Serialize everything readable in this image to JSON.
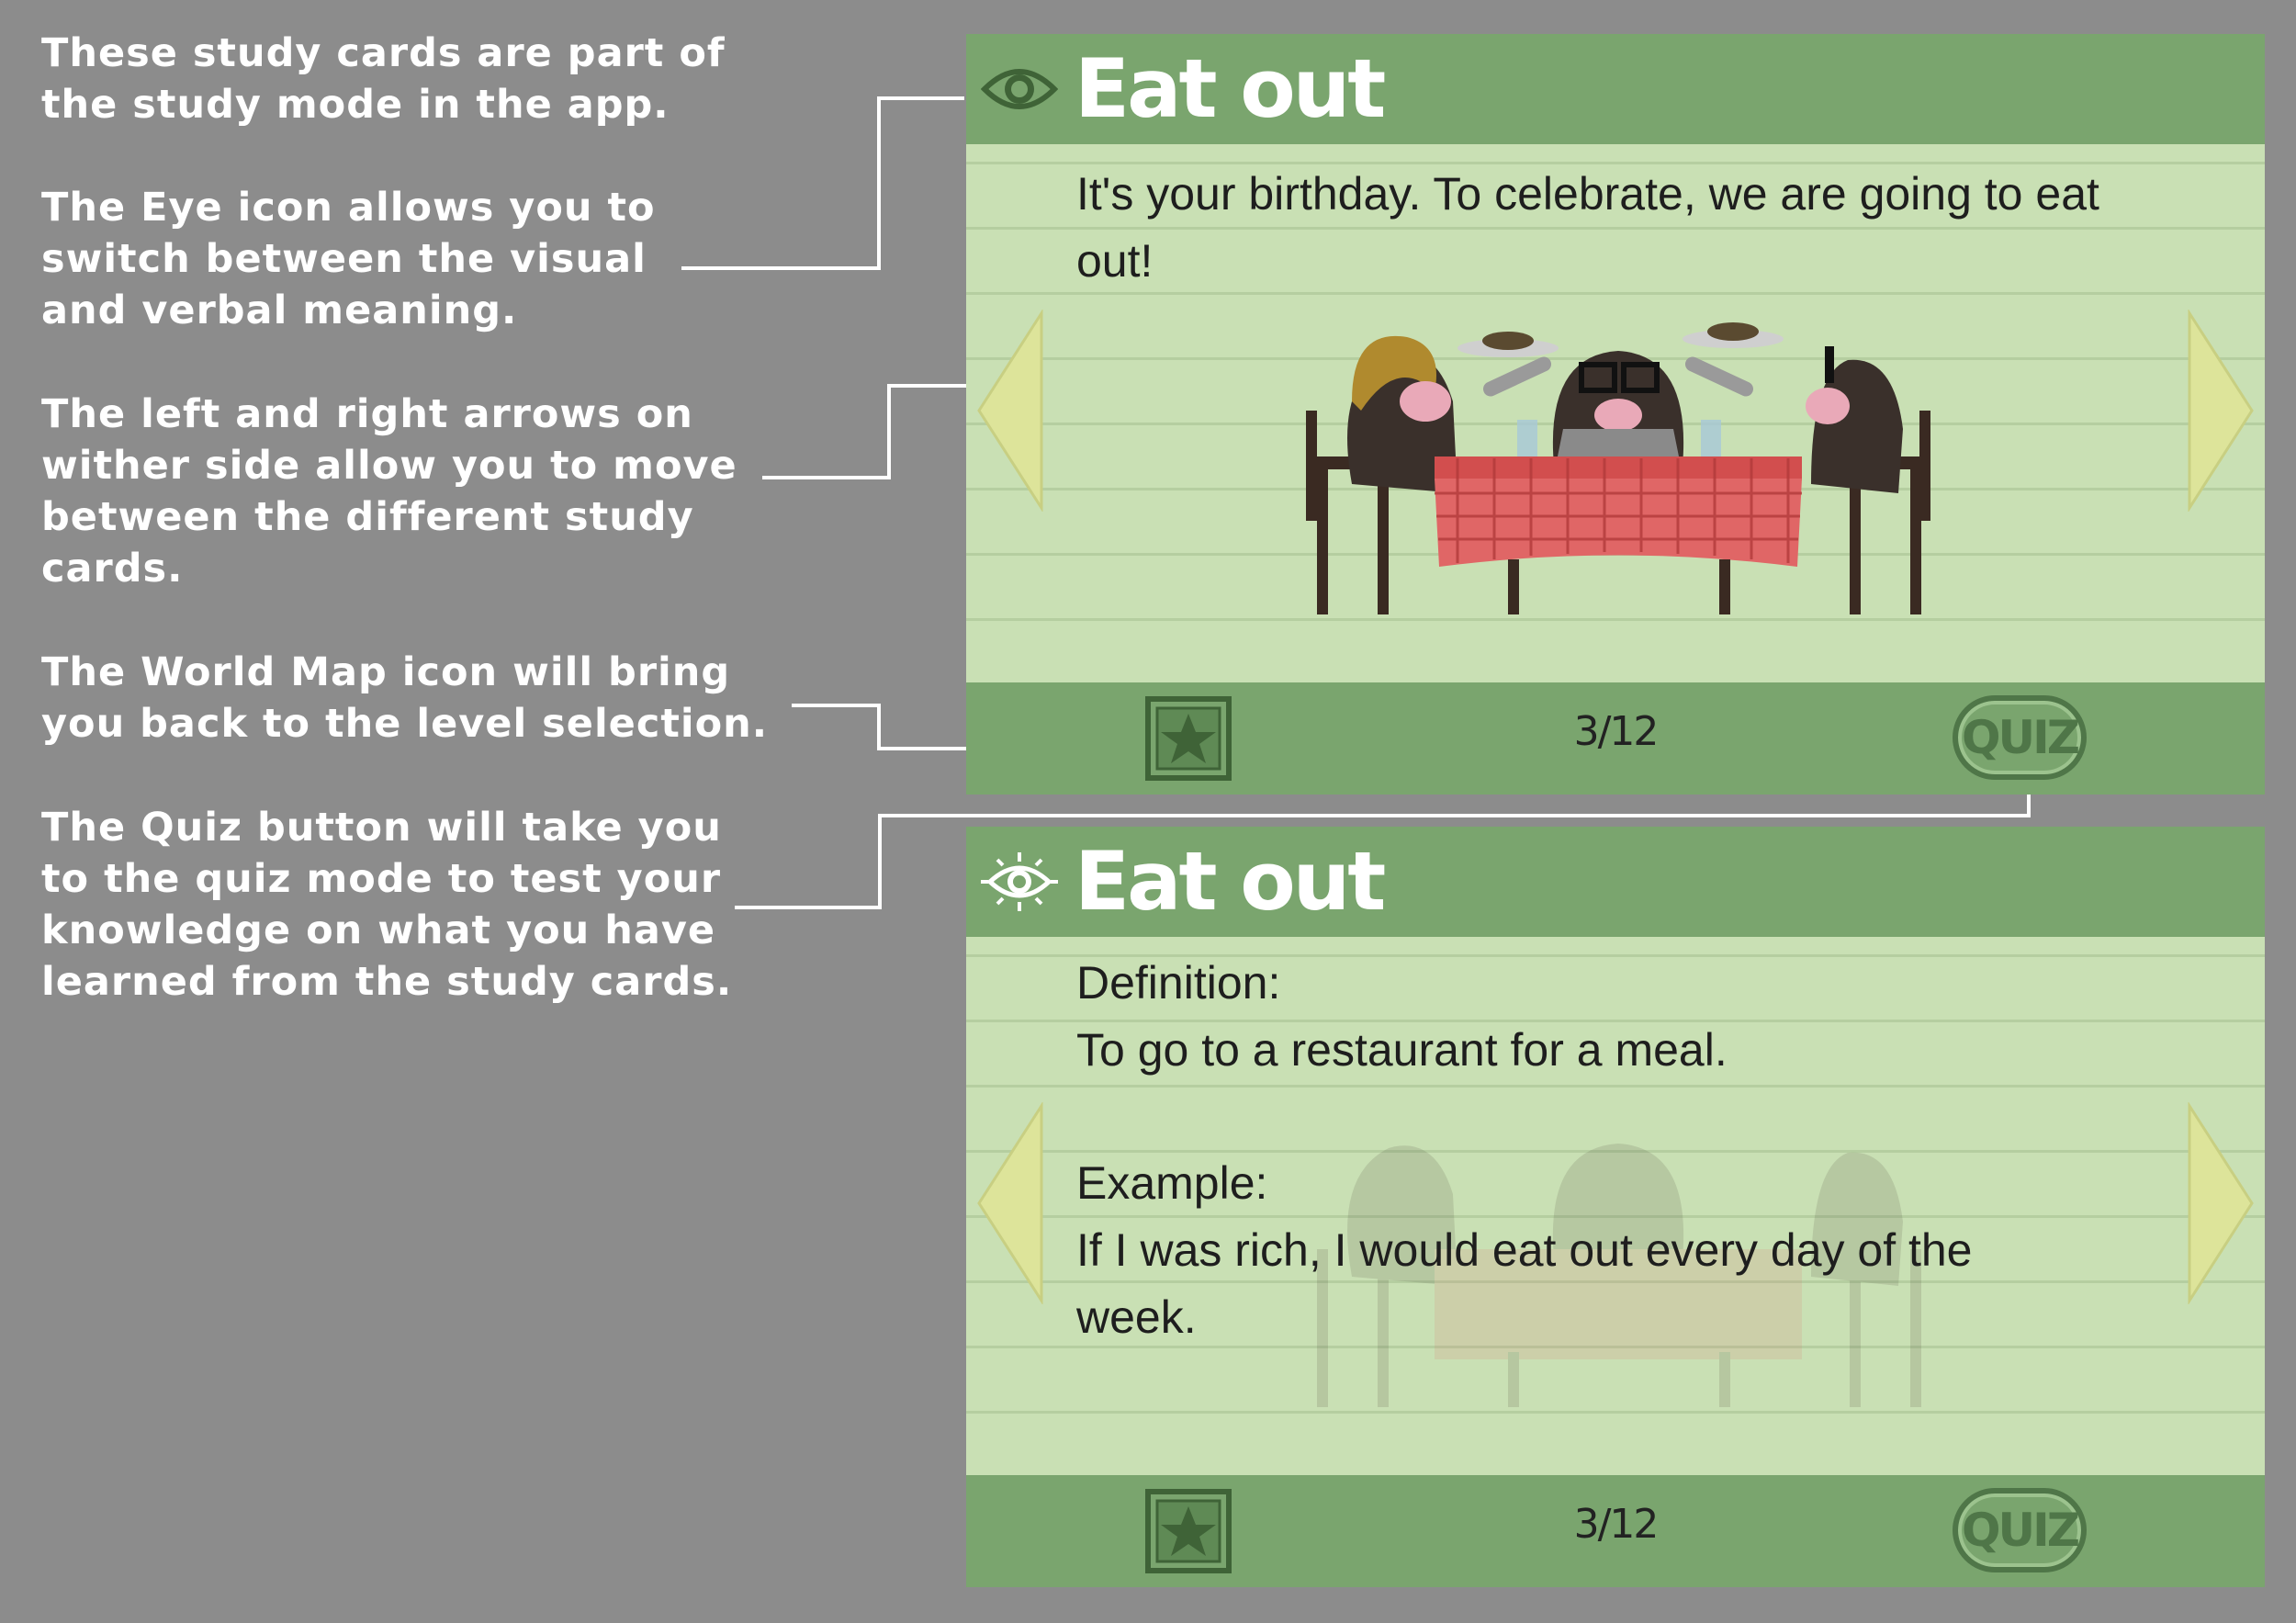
{
  "annotations": [
    {
      "id": "intro",
      "text": "These study cards are part of\nthe study mode in the app."
    },
    {
      "id": "eye",
      "text": "The Eye icon allows you to\nswitch between the visual\nand verbal meaning."
    },
    {
      "id": "arrows",
      "text": "The left and right arrows on\nwither side allow you to move\nbetween the different study\ncards."
    },
    {
      "id": "map",
      "text": "The World Map icon will bring\nyou back to the level selection."
    },
    {
      "id": "quiz",
      "text": "The Quiz button will take you\nto the quiz mode to test your\nknowledge on what you have\nlearned from the study cards."
    }
  ],
  "cards": [
    {
      "mode": "visual",
      "title": "Eat out",
      "sentence": "It's your birthday. To celebrate, we are going to eat out!",
      "page": "3/12",
      "quiz_label": "QUIZ"
    },
    {
      "mode": "verbal",
      "title": "Eat out",
      "definition_label": "Definition:",
      "definition": "To go to a restaurant for a meal.",
      "example_label": "Example:",
      "example": "If I was rich, I would eat out every day of the week.",
      "page": "3/12",
      "quiz_label": "QUIZ"
    }
  ],
  "colors": {
    "page_background": "#8c8c8c",
    "card_background": "#c9e0b4",
    "card_bar": "#7aa56e",
    "dark_green": "#4f7648",
    "arrow_yellow": "#dde49a",
    "tablecloth_red": "#e06666"
  },
  "icons": {
    "eye_open": "eye-icon",
    "eye_verbal": "eye-burst-icon",
    "map": "star-map-icon",
    "prev": "arrow-left-icon",
    "next": "arrow-right-icon"
  }
}
